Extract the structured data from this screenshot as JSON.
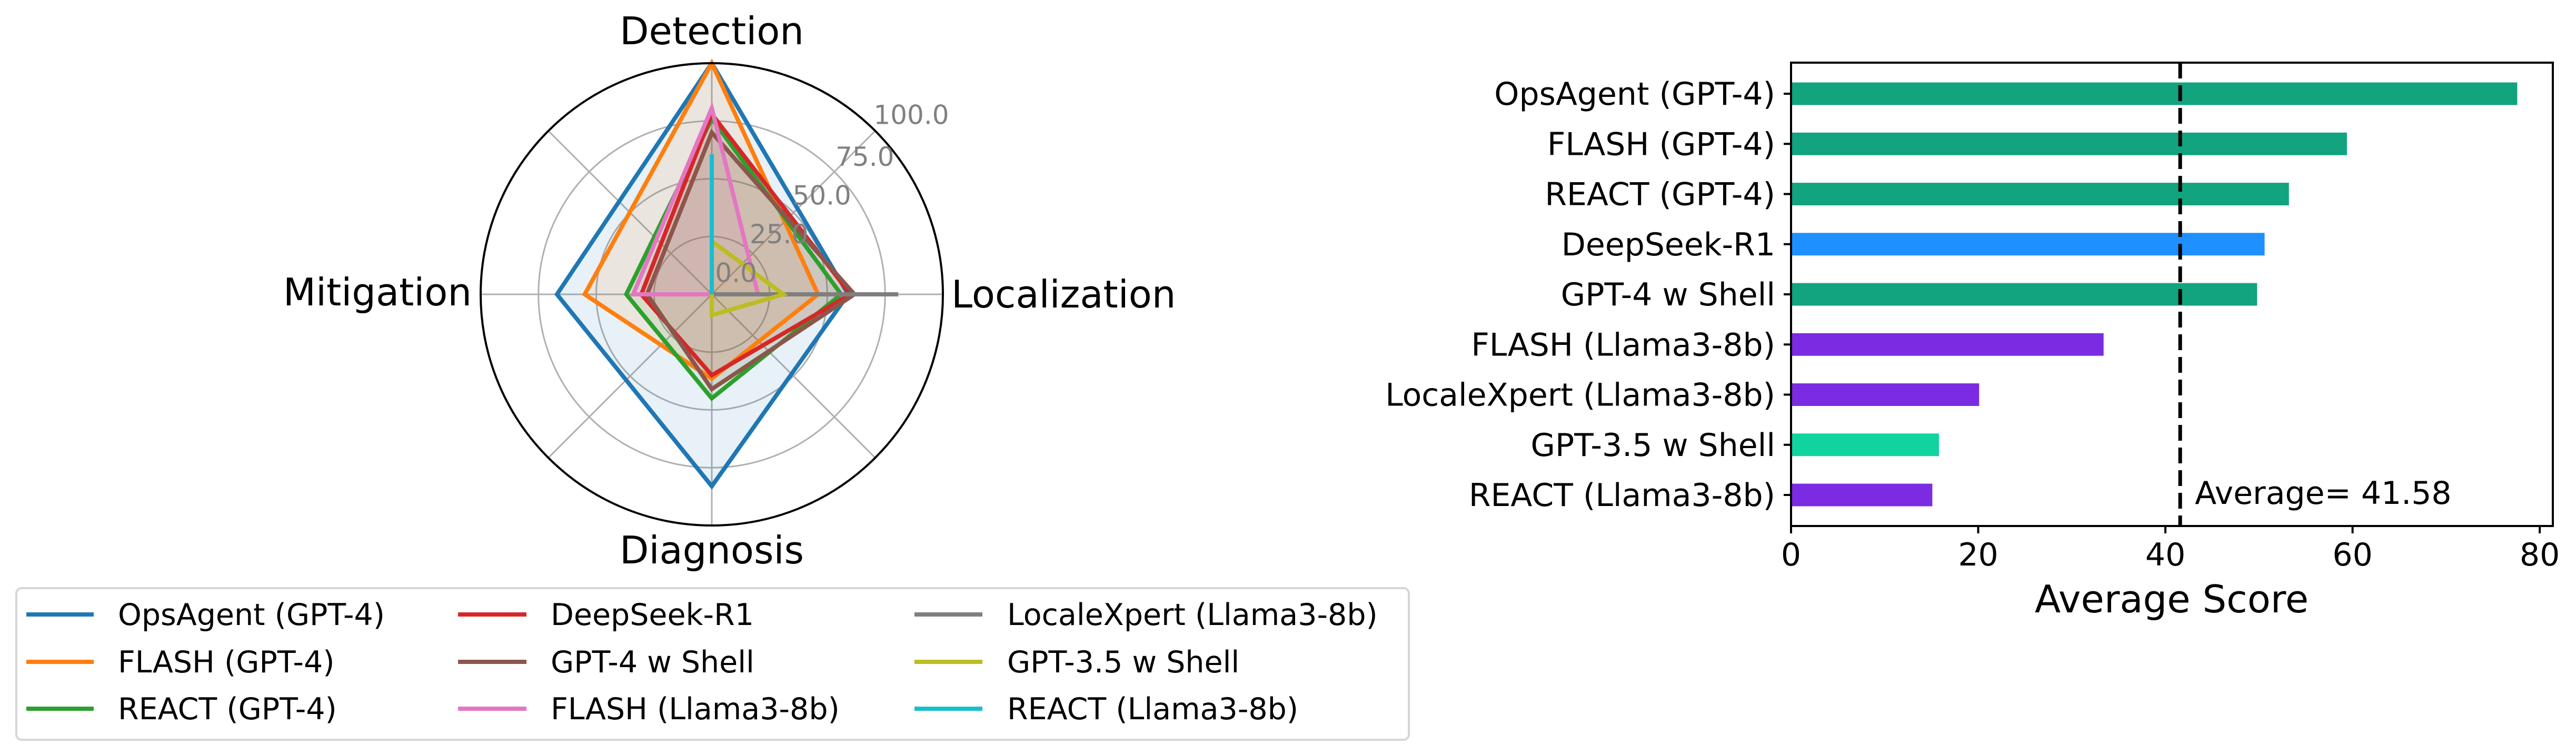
{
  "chart_data": [
    {
      "type": "radar",
      "axes": [
        "Detection",
        "Localization",
        "Diagnosis",
        "Mitigation"
      ],
      "rlim": [
        0,
        100
      ],
      "rticks": [
        "0.0",
        "25.0",
        "50.0",
        "75.0",
        "100.0"
      ],
      "grid": true,
      "series": [
        {
          "name": "OpsAgent (GPT-4)",
          "color": "#1f77b4",
          "values": [
            100,
            59,
            83,
            67
          ]
        },
        {
          "name": "FLASH (GPT-4)",
          "color": "#ff7f0e",
          "values": [
            100,
            46,
            36.5,
            55
          ]
        },
        {
          "name": "REACT (GPT-4)",
          "color": "#2ca02c",
          "values": [
            76,
            56,
            45,
            37
          ]
        },
        {
          "name": "DeepSeek-R1",
          "color": "#d62728",
          "values": [
            78,
            60,
            35,
            30.5
          ]
        },
        {
          "name": "GPT-4 w Shell",
          "color": "#8c564b",
          "values": [
            70,
            61.7,
            41,
            28
          ]
        },
        {
          "name": "FLASH (Llama3-8b)",
          "color": "#e377c2",
          "values": [
            80.6,
            20,
            0,
            34
          ]
        },
        {
          "name": "LocaleXpert (Llama3-8b)",
          "color": "#7f7f7f",
          "values": [
            0,
            80.7,
            0,
            0
          ]
        },
        {
          "name": "GPT-3.5 w Shell",
          "color": "#bcbd22",
          "values": [
            23,
            31,
            9,
            0
          ]
        },
        {
          "name": "REACT (Llama3-8b)",
          "color": "#17becf",
          "values": [
            60.6,
            0,
            0,
            0
          ]
        }
      ],
      "legend": {
        "placement": "bottom-left",
        "columns": 3,
        "order": [
          "OpsAgent (GPT-4)",
          "FLASH (GPT-4)",
          "REACT (GPT-4)",
          "DeepSeek-R1",
          "GPT-4 w Shell",
          "FLASH (Llama3-8b)",
          "LocaleXpert (Llama3-8b)",
          "GPT-3.5 w Shell",
          "REACT (Llama3-8b)"
        ]
      }
    },
    {
      "type": "bar",
      "orientation": "horizontal",
      "categories": [
        "OpsAgent (GPT-4)",
        "FLASH (GPT-4)",
        "REACT (GPT-4)",
        "DeepSeek-R1",
        "GPT-4 w Shell",
        "FLASH (Llama3-8b)",
        "LocaleXpert (Llama3-8b)",
        "GPT-3.5 w Shell",
        "REACT (Llama3-8b)"
      ],
      "values": [
        77.6,
        59.4,
        53.2,
        50.6,
        49.8,
        33.4,
        20.1,
        15.8,
        15.1
      ],
      "colors": [
        "#12a37f",
        "#12a37f",
        "#12a37f",
        "#1e90ff",
        "#12a37f",
        "#7b2be2",
        "#7b2be2",
        "#10d39f",
        "#7b2be2"
      ],
      "xlabel": "Average Score",
      "ylabel": "",
      "xlim": [
        0,
        81.4
      ],
      "xticks": [
        "0",
        "20",
        "40",
        "60",
        "80"
      ],
      "reference_line": {
        "value": 41.58,
        "style": "dashed",
        "label": "Average= 41.58"
      },
      "grid": false
    }
  ]
}
